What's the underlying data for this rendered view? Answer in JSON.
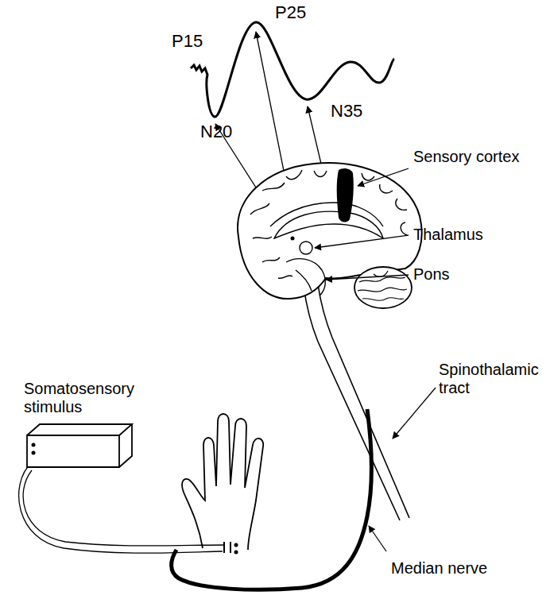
{
  "diagram": {
    "nodes": [
      {
        "text": [
          "Somatosensory stimulus"
        ]
      }
    ],
    "labels": [
      "P15",
      "P25",
      "N20",
      "N35",
      "Sensory cortex",
      "Thalamus",
      "Pons",
      "Spinothalamic tract",
      "Median nerve"
    ]
  }
}
